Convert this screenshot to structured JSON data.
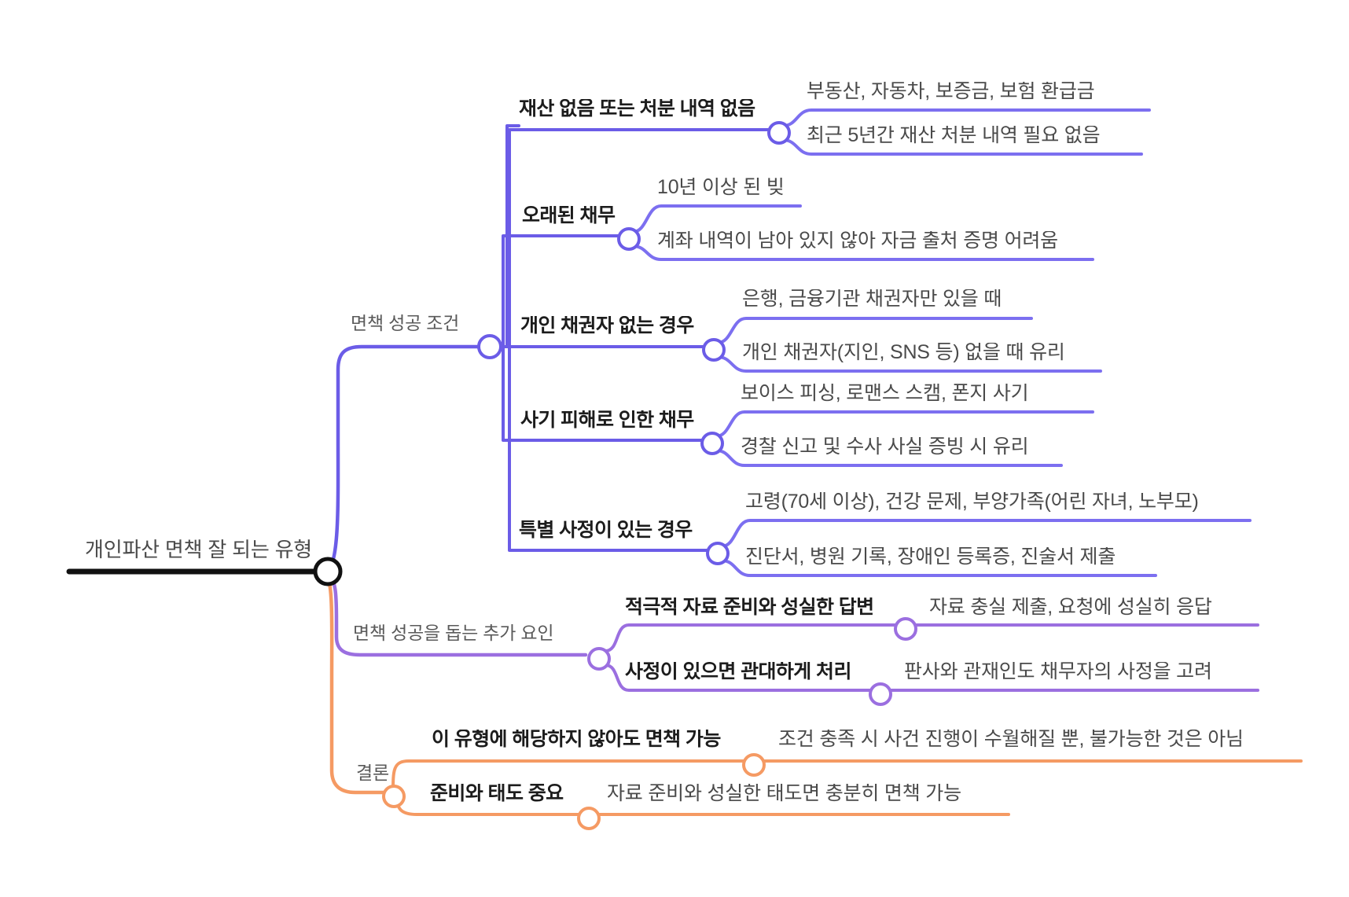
{
  "title": "개인파산 면책 잘 되는 유형 마인드맵",
  "colors": {
    "root_line": "#111111",
    "branch_blue": "#6b5ce7",
    "branch_blue_light": "#7c6ff0",
    "branch_purple": "#9b6fe0",
    "branch_orange": "#f59a63",
    "text_dark": "#1c1c1c",
    "text_gray": "#4a4a4a",
    "background": "#ffffff"
  },
  "root": {
    "label": "개인파산 면책 잘 되는 유형"
  },
  "categories": [
    {
      "label": "면책 성공 조건"
    },
    {
      "label": "면책 성공을 돕는 추가 요인"
    },
    {
      "label": "결론"
    }
  ],
  "topics": [
    {
      "label": "재산 없음 또는 처분 내역 없음",
      "leaves": [
        "부동산, 자동차, 보증금, 보험 환급금",
        "최근 5년간 재산 처분 내역 필요 없음"
      ]
    },
    {
      "label": "오래된 채무",
      "leaves": [
        "10년 이상 된 빚",
        "계좌 내역이 남아 있지 않아 자금 출처 증명 어려움"
      ]
    },
    {
      "label": "개인 채권자 없는 경우",
      "leaves": [
        "은행, 금융기관 채권자만 있을 때",
        "개인 채권자(지인, SNS 등) 없을 때 유리"
      ]
    },
    {
      "label": "사기 피해로 인한 채무",
      "leaves": [
        "보이스 피싱, 로맨스 스캠, 폰지 사기",
        "경찰 신고 및 수사 사실 증빙 시 유리"
      ]
    },
    {
      "label": "특별 사정이 있는 경우",
      "leaves": [
        "고령(70세 이상), 건강 문제, 부양가족(어린 자녀, 노부모)",
        "진단서, 병원 기록, 장애인 등록증, 진술서 제출"
      ]
    },
    {
      "label": "적극적 자료 준비와 성실한 답변",
      "leaves": [
        "자료 충실 제출, 요청에 성실히 응답"
      ]
    },
    {
      "label": "사정이 있으면 관대하게 처리",
      "leaves": [
        "판사와 관재인도 채무자의 사정을 고려"
      ]
    },
    {
      "label": "이 유형에 해당하지 않아도 면책 가능",
      "leaves": [
        "조건 충족 시 사건 진행이 수월해질 뿐, 불가능한 것은 아님"
      ]
    },
    {
      "label": "준비와 태도 중요",
      "leaves": [
        "자료 준비와 성실한 태도면 충분히 면책 가능"
      ]
    }
  ]
}
